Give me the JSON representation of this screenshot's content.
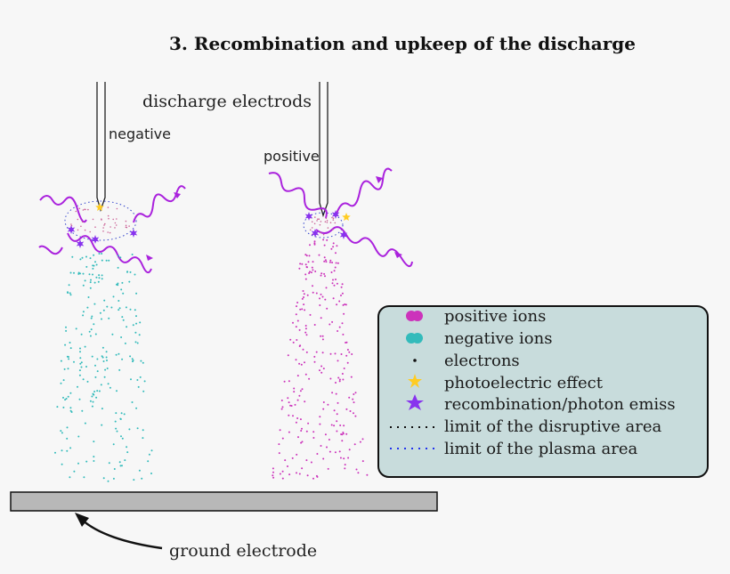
{
  "title": "3. Recombination and upkeep of the discharge",
  "labels": {
    "discharge_electrodes": "discharge electrods",
    "negative": "negative",
    "positive": "positive",
    "ground_electrode": "ground electrode"
  },
  "legend": {
    "items": [
      {
        "label": "positive ions",
        "icon": "pink-double-dot-icon"
      },
      {
        "label": "negative ions",
        "icon": "cyan-double-dot-icon"
      },
      {
        "label": "electrons",
        "icon": "black-dot-icon"
      },
      {
        "label": "photoelectric effect",
        "icon": "yellow-star-icon"
      },
      {
        "label": "recombination/photon emiss",
        "icon": "purple-star-icon"
      },
      {
        "label": "limit of the disruptive area",
        "icon": "black-dotted-line-icon"
      },
      {
        "label": "limit of the plasma area",
        "icon": "blue-dotted-line-icon"
      }
    ]
  },
  "colors": {
    "positive_ion": "#cc33bb",
    "negative_ion": "#33bbbb",
    "electron": "#111111",
    "photoelectric": "#ffcc22",
    "recombination": "#8833ee",
    "photon_wave": "#aa22dd",
    "legend_bg": "#c8dcdc",
    "ground_plate": "#b8b8b8"
  }
}
